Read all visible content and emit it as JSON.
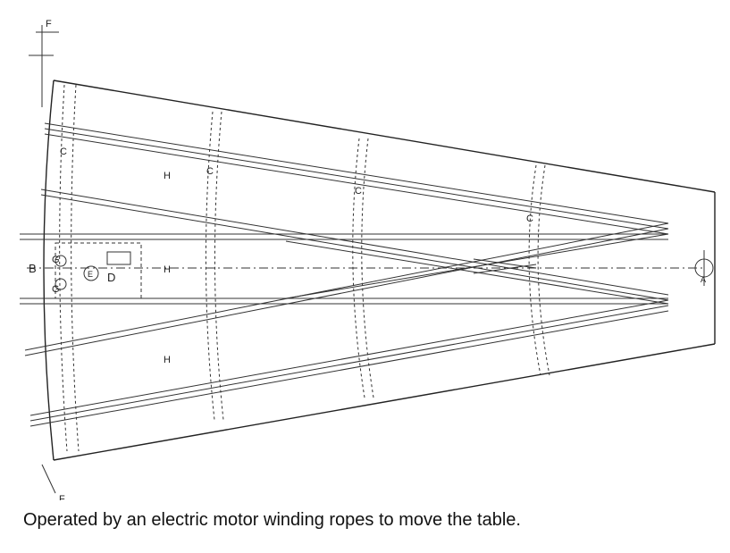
{
  "labels": {
    "f_top": "F",
    "f_bottom": "F",
    "b": "B",
    "g_upper": "G",
    "g_lower": "G",
    "e": "E",
    "d": "D",
    "a": "A",
    "c1": "C",
    "c2": "C",
    "c3": "C",
    "c4": "C",
    "h_top": "H",
    "h_mid": "H",
    "h_bottom": "H"
  },
  "caption": "Operated by an electric motor winding ropes to move the table."
}
